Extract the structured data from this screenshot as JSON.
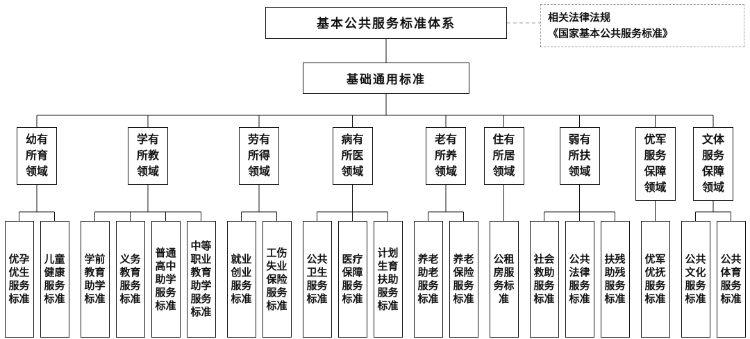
{
  "root": {
    "title": "基本公共服务标准体系"
  },
  "law_note": {
    "line1": "相关法律法规",
    "line2": "《国家基本公共服务标准》"
  },
  "general": {
    "title": "基础通用标准"
  },
  "colors": {
    "line": "#111111",
    "dashed": "#999999",
    "background": "#ffffff"
  },
  "domains": [
    {
      "label": "幼有\n所育\n领域",
      "children": [
        "优孕\n优生\n服务\n标准",
        "儿童\n健康\n服务\n标准"
      ]
    },
    {
      "label": "学有\n所教\n领域",
      "children": [
        "学前\n教育\n助学\n标准",
        "义务\n教育\n服务\n标准",
        "普通\n高中\n助学\n服务\n标准",
        "中等\n职业\n教育\n助学\n服务\n标准"
      ]
    },
    {
      "label": "劳有\n所得\n领域",
      "children": [
        "就业\n创业\n服务\n标准",
        "工伤\n失业\n保险\n服务\n标准"
      ]
    },
    {
      "label": "病有\n所医\n领域",
      "children": [
        "公共\n卫生\n服务\n标准",
        "医疗\n保障\n服务\n标准",
        "计划\n生育\n扶助\n服务\n标准"
      ]
    },
    {
      "label": "老有\n所养\n领域",
      "children": [
        "养老\n助老\n服务\n标准",
        "养老\n保险\n服务\n标准"
      ]
    },
    {
      "label": "住有\n所居\n领域",
      "children": [
        "公租\n房服\n务标\n准"
      ]
    },
    {
      "label": "弱有\n所扶\n领域",
      "children": [
        "社会\n救助\n服务\n标准",
        "公共\n法律\n服务\n标准",
        "扶残\n助残\n服务\n标准"
      ]
    },
    {
      "label": "优军\n服务\n保障\n领域",
      "children": [
        "优军\n优抚\n服务\n标准"
      ]
    },
    {
      "label": "文体\n服务\n保障\n领域",
      "children": [
        "公共\n文化\n服务\n标准",
        "公共\n体育\n服务\n标准"
      ]
    }
  ]
}
